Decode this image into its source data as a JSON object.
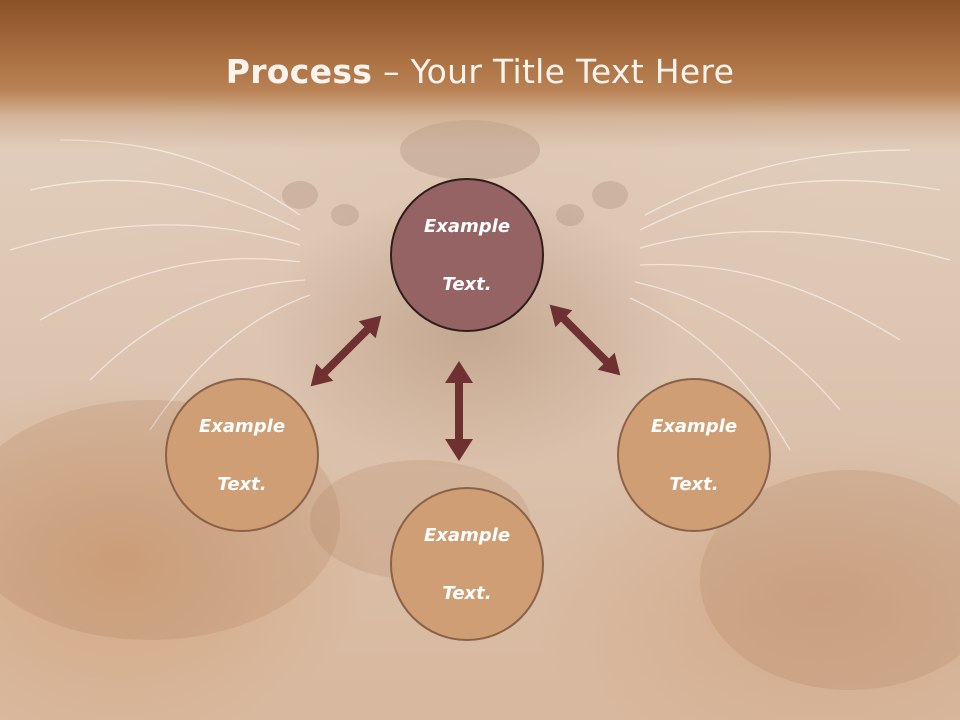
{
  "title": {
    "bold": "Process",
    "rest": " – Your Title Text Here"
  },
  "nodes": [
    {
      "id": "top",
      "line1": "Example",
      "line2": "Text.",
      "style": "dark"
    },
    {
      "id": "left",
      "line1": "Example",
      "line2": "Text.",
      "style": "light"
    },
    {
      "id": "right",
      "line1": "Example",
      "line2": "Text.",
      "style": "light"
    },
    {
      "id": "bottom",
      "line1": "Example",
      "line2": "Text.",
      "style": "light"
    }
  ],
  "colors": {
    "arrow": "#6e3030",
    "title_bar": "#8a5227",
    "top_node": "#956363",
    "other_nodes": "#cf9e74"
  }
}
